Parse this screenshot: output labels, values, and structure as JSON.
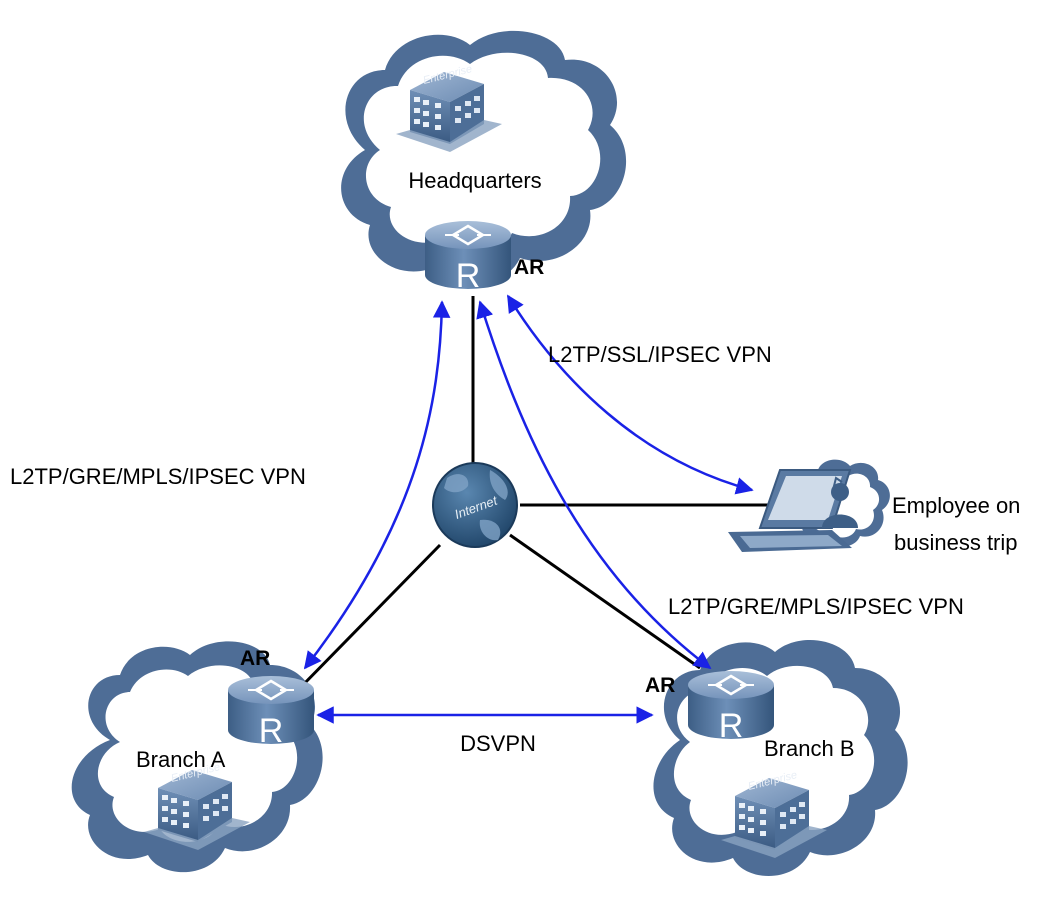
{
  "headquarters": {
    "label": "Headquarters",
    "router_label": "AR",
    "enterprise_label": "Enterprise"
  },
  "branch_a": {
    "label": "Branch A",
    "router_label": "AR",
    "enterprise_label": "Enterprise"
  },
  "branch_b": {
    "label": "Branch B",
    "router_label": "AR",
    "enterprise_label": "Enterprise"
  },
  "internet": {
    "label": "Internet"
  },
  "employee": {
    "line1": "Employee on",
    "line2": "business trip"
  },
  "links": {
    "hq_branch_a": "L2TP/GRE/MPLS/IPSEC VPN",
    "hq_branch_b": "L2TP/GRE/MPLS/IPSEC VPN",
    "hq_employee": "L2TP/SSL/IPSEC VPN",
    "branch_a_branch_b": "DSVPN"
  },
  "router_glyph": "R",
  "colors": {
    "cloud_outer": "#4a6a93",
    "cloud_inner": "#ffffff",
    "router_body": "#476a92",
    "vpn_arrow": "#1a22e6",
    "link_line": "#000000",
    "globe": "#2f5b84"
  }
}
